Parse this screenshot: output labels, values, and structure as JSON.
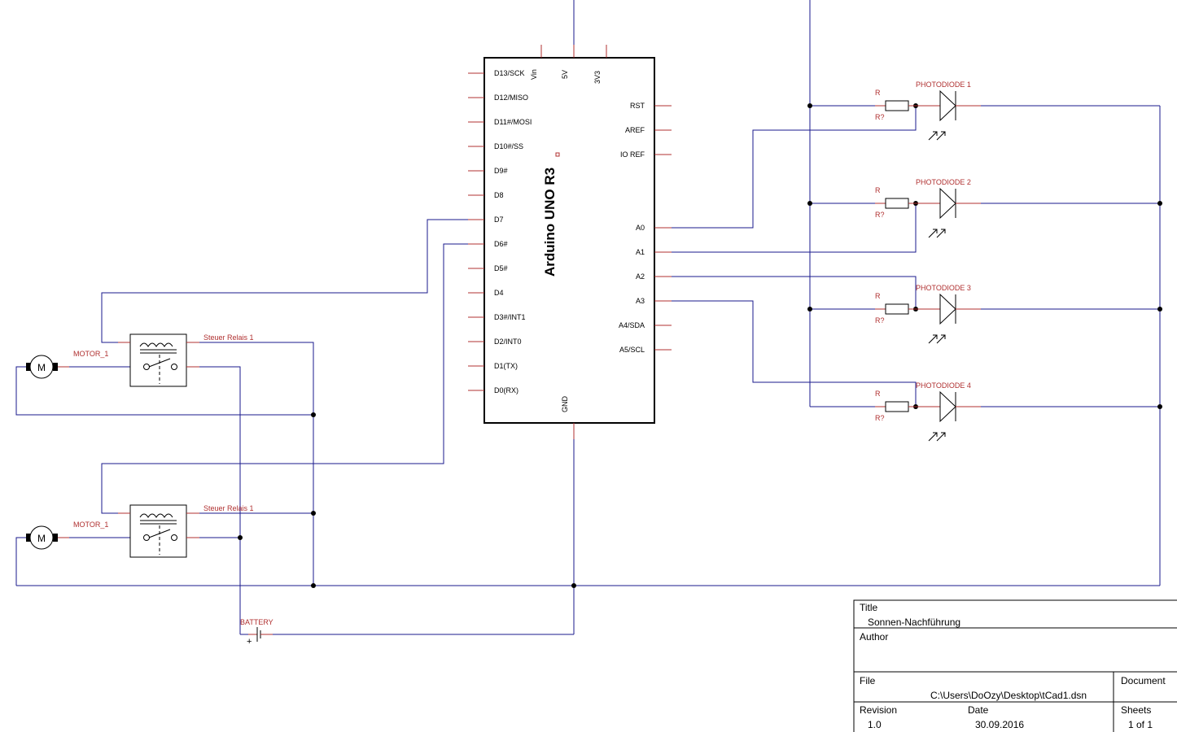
{
  "arduino": {
    "name": "Arduino UNO R3",
    "left_pins": [
      "D13/SCK",
      "D12/MISO",
      "D11#/MOSI",
      "D10#/SS",
      "D9#",
      "D8",
      "D7",
      "D6#",
      "D5#",
      "D4",
      "D3#/INT1",
      "D2/INT0",
      "D1(TX)",
      "D0(RX)"
    ],
    "right_pins": [
      "RST",
      "AREF",
      "IO REF",
      "A0",
      "A1",
      "A2",
      "A3",
      "A4/SDA",
      "A5/SCL"
    ],
    "top_pins": [
      "Vin",
      "5V",
      "3V3"
    ],
    "bottom_pin": "GND"
  },
  "photodiodes": [
    "PHOTODIODE 1",
    "PHOTODIODE 2",
    "PHOTODIODE 3",
    "PHOTODIODE 4"
  ],
  "resistor": {
    "label": "R",
    "value": "R?"
  },
  "motors": [
    {
      "label": "MOTOR_1",
      "symbol": "M"
    },
    {
      "label": "MOTOR_1",
      "symbol": "M"
    }
  ],
  "relays": [
    "Steuer Relais 1",
    "Steuer Relais 1"
  ],
  "battery": {
    "label": "BATTERY",
    "polarity": "+"
  },
  "title_block": {
    "title_label": "Title",
    "title_value": "Sonnen-Nachführung",
    "author_label": "Author",
    "file_label": "File",
    "file_value": "C:\\Users\\DoOzy\\Desktop\\tCad1.dsn",
    "document_label": "Document",
    "revision_label": "Revision",
    "revision_value": "1.0",
    "date_label": "Date",
    "date_value": "30.09.2016",
    "sheets_label": "Sheets",
    "sheets_value": "1 of 1"
  }
}
